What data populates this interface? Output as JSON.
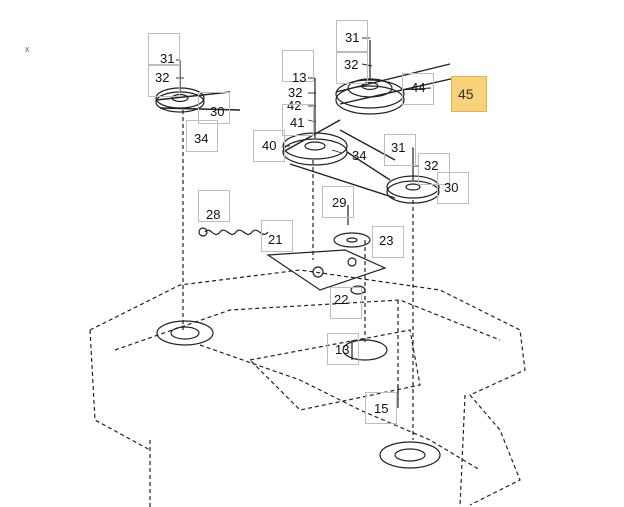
{
  "diagram": {
    "parts": [
      {
        "id": "p31a",
        "label": "31"
      },
      {
        "id": "p32a",
        "label": "32"
      },
      {
        "id": "p30a",
        "label": "30"
      },
      {
        "id": "p34a",
        "label": "34"
      },
      {
        "id": "p13a",
        "label": "13"
      },
      {
        "id": "p32b",
        "label": "32"
      },
      {
        "id": "p42",
        "label": "42"
      },
      {
        "id": "p41",
        "label": "41"
      },
      {
        "id": "p40",
        "label": "40"
      },
      {
        "id": "p31b",
        "label": "31"
      },
      {
        "id": "p32c",
        "label": "32"
      },
      {
        "id": "p44",
        "label": "44"
      },
      {
        "id": "p45",
        "label": "45"
      },
      {
        "id": "p34b",
        "label": "34"
      },
      {
        "id": "p31c",
        "label": "31"
      },
      {
        "id": "p32d",
        "label": "32"
      },
      {
        "id": "p30b",
        "label": "30"
      },
      {
        "id": "p29",
        "label": "29"
      },
      {
        "id": "p23",
        "label": "23"
      },
      {
        "id": "p28",
        "label": "28"
      },
      {
        "id": "p21",
        "label": "21"
      },
      {
        "id": "p22",
        "label": "22"
      },
      {
        "id": "p13b",
        "label": "13"
      },
      {
        "id": "p15",
        "label": "15"
      }
    ],
    "highlight": "#f7d27a"
  }
}
